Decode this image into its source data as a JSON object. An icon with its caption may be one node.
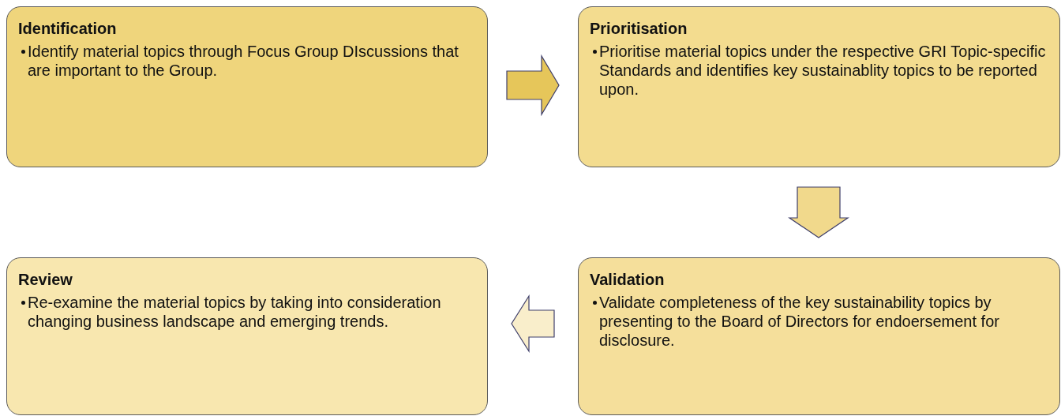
{
  "diagram": {
    "nodes": [
      {
        "text": [
          "Identification",
          "Identify material topics through Focus Group DIscussions that are important to the Group."
        ]
      },
      {
        "text": [
          "Prioritisation",
          "Prioritise material topics under the respective GRI Topic-specific Standards and identifies key sustainablity topics to be reported upon."
        ]
      },
      {
        "text": [
          "Review",
          "Re-examine the material topics by taking into consideration changing business landscape and emerging trends."
        ]
      },
      {
        "text": [
          "Validation",
          "Validate completeness of the key sustainability topics by presenting to the Board of Directors for endoersement for disclosure."
        ]
      }
    ],
    "edges": [
      {
        "from": 0,
        "to": 1,
        "arrow": "to",
        "color": "#e6c65a"
      },
      {
        "from": 1,
        "to": 3,
        "arrow": "to",
        "color": "#f1d98c"
      },
      {
        "from": 3,
        "to": 2,
        "arrow": "to",
        "color": "#f9eecb"
      }
    ]
  }
}
